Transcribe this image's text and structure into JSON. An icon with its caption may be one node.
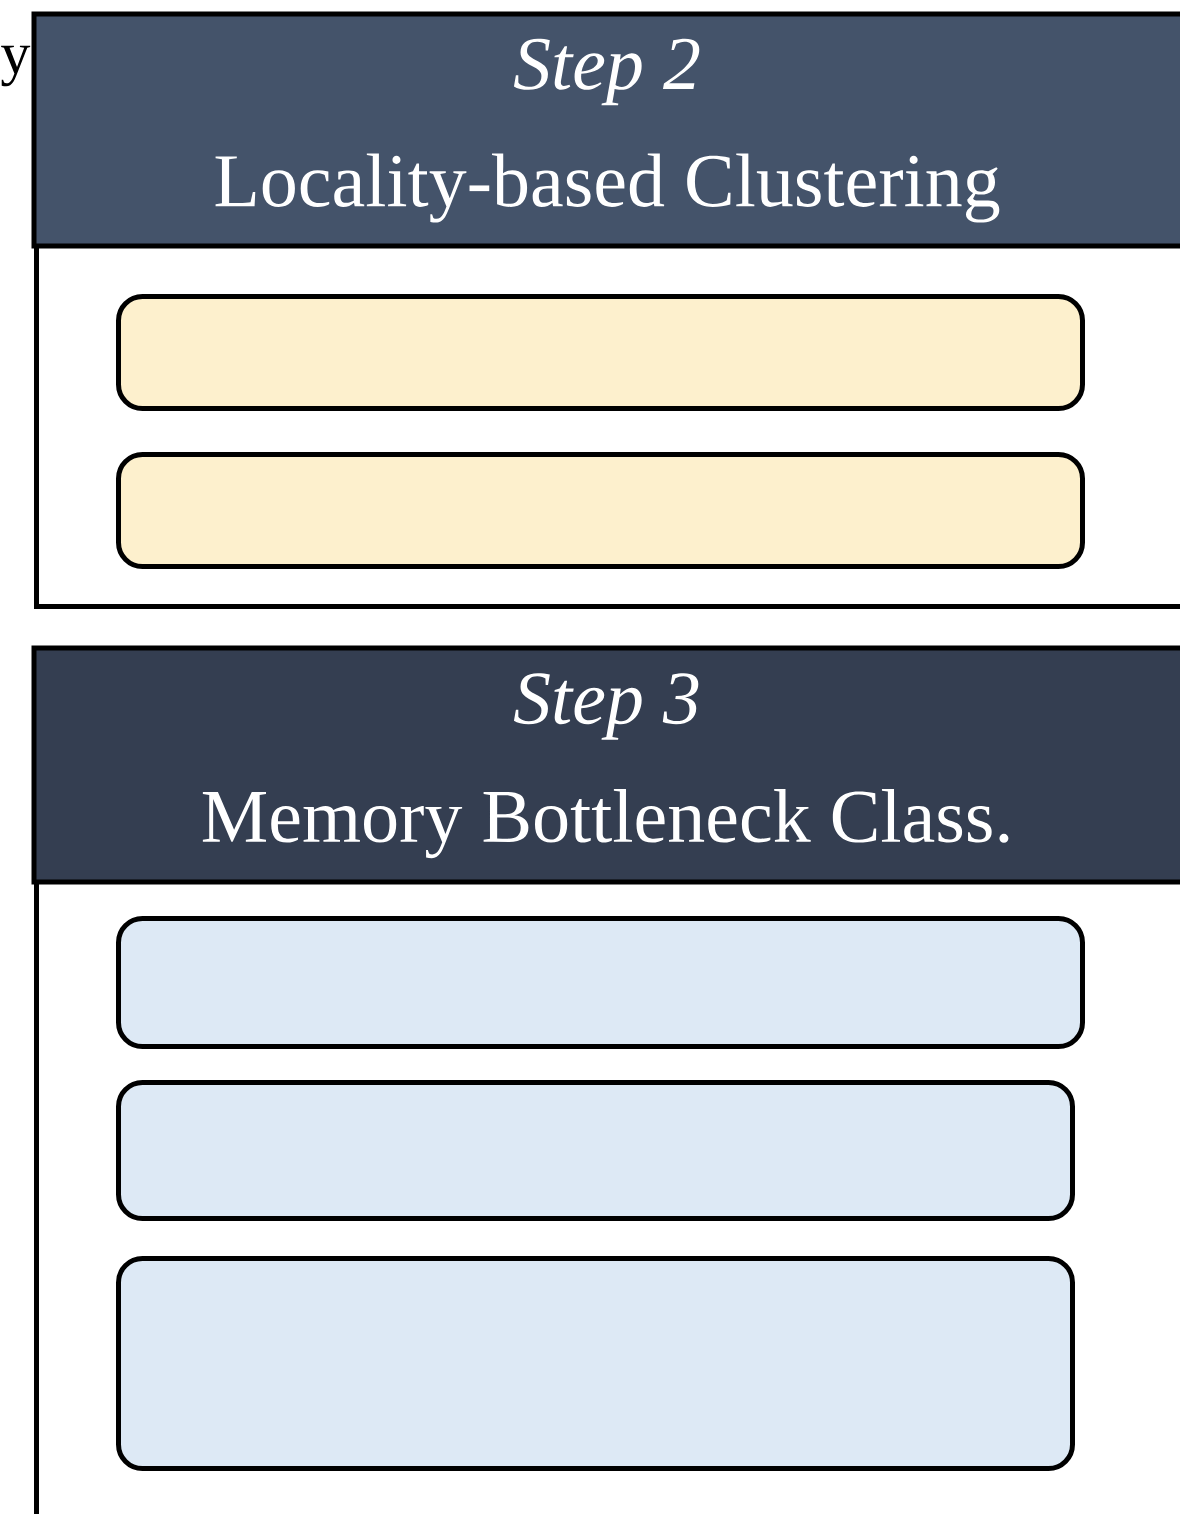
{
  "diagram": {
    "nodes": [
      {
        "text": [
          "Step 2",
          "Locality-based Clustering"
        ]
      },
      {
        "text": [],
        "shape": "box",
        "in": 0
      },
      {
        "text": [],
        "shape": "box",
        "in": 0
      },
      {
        "text": [
          "Step 3",
          "Memory Bottleneck Class."
        ]
      },
      {
        "text": [],
        "shape": "box",
        "in": 3
      },
      {
        "text": [],
        "shape": "box",
        "in": 3
      },
      {
        "text": [],
        "shape": "box",
        "in": 3
      }
    ],
    "labels": [
      "y"
    ]
  }
}
